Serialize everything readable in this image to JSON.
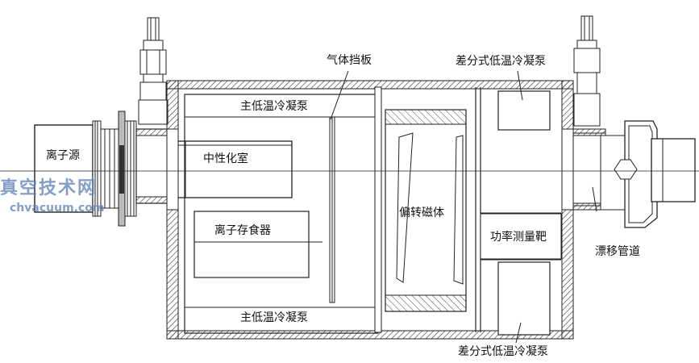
{
  "labels": {
    "ion_source": "离子源",
    "neutralizer": "中性化室",
    "ion_storage": "离子存食器",
    "main_cryopump_top": "主低温冷凝泵",
    "main_cryopump_bottom": "主低温冷凝泵",
    "gas_baffle": "气体挡板",
    "deflection_magnet": "偏转磁体",
    "diff_cryopump_top": "差分式低温冷凝泵",
    "diff_cryopump_bottom": "差分式低温冷凝泵",
    "power_target": "功率测量靶",
    "drift_tube": "漂移管道"
  },
  "watermark": {
    "line1": "真空技术网",
    "line2": "chvacuum.com"
  },
  "colors": {
    "line": "#222222",
    "watermark": "#5a7fb8"
  }
}
